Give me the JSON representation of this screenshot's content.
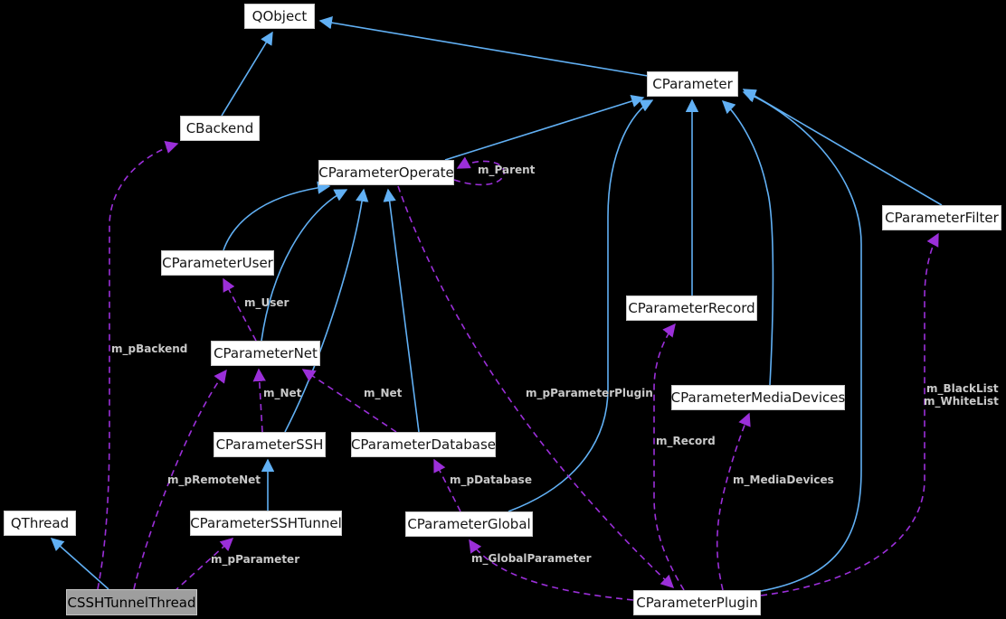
{
  "diagram": {
    "kind": "doxygen-collaboration-graph",
    "colors": {
      "background": "#000000",
      "inheritance_edge": "#61b0f4",
      "usage_edge": "#9b2fd9",
      "edge_label": "#c9c9c9",
      "node_fill": "#ffffff",
      "node_border": "#c8c8c8",
      "highlight_node_fill": "#9e9e9e"
    }
  },
  "nodes": {
    "qobject": {
      "label": "QObject"
    },
    "cbackend": {
      "label": "CBackend"
    },
    "cparameter": {
      "label": "CParameter"
    },
    "cparameteroperate": {
      "label": "CParameterOperate"
    },
    "cparameterfilter": {
      "label": "CParameterFilter"
    },
    "cparameteruser": {
      "label": "CParameterUser"
    },
    "cparameterrecord": {
      "label": "CParameterRecord"
    },
    "cparameternet": {
      "label": "CParameterNet"
    },
    "cparametermediadevices": {
      "label": "CParameterMediaDevices"
    },
    "cparameterssh": {
      "label": "CParameterSSH"
    },
    "cparameterdatabase": {
      "label": "CParameterDatabase"
    },
    "qthread": {
      "label": "QThread"
    },
    "cparametersshtunnel": {
      "label": "CParameterSSHTunnel"
    },
    "cparameterglobal": {
      "label": "CParameterGlobal"
    },
    "csshtunnelthread": {
      "label": "CSSHTunnelThread"
    },
    "cparameterplugin": {
      "label": "CParameterPlugin"
    }
  },
  "edges": [
    {
      "from": "CBackend",
      "to": "QObject",
      "type": "inheritance"
    },
    {
      "from": "CParameter",
      "to": "QObject",
      "type": "inheritance"
    },
    {
      "from": "CParameterOperate",
      "to": "CParameter",
      "type": "inheritance"
    },
    {
      "from": "CParameterUser",
      "to": "CParameterOperate",
      "type": "inheritance"
    },
    {
      "from": "CParameterNet",
      "to": "CParameterOperate",
      "type": "inheritance"
    },
    {
      "from": "CParameterSSH",
      "to": "CParameterOperate",
      "type": "inheritance"
    },
    {
      "from": "CParameterDatabase",
      "to": "CParameterOperate",
      "type": "inheritance"
    },
    {
      "from": "CParameterGlobal",
      "to": "CParameter",
      "type": "inheritance"
    },
    {
      "from": "CParameterRecord",
      "to": "CParameter",
      "type": "inheritance"
    },
    {
      "from": "CParameterMediaDevices",
      "to": "CParameter",
      "type": "inheritance"
    },
    {
      "from": "CParameterFilter",
      "to": "CParameter",
      "type": "inheritance"
    },
    {
      "from": "CParameterPlugin",
      "to": "CParameter",
      "type": "inheritance"
    },
    {
      "from": "CSSHTunnelThread",
      "to": "QThread",
      "type": "inheritance"
    },
    {
      "from": "CParameterSSHTunnel",
      "to": "CParameterSSH",
      "type": "inheritance"
    },
    {
      "from": "CSSHTunnelThread",
      "to": "CBackend",
      "type": "usage",
      "label": "m_pBackend"
    },
    {
      "from": "CSSHTunnelThread",
      "to": "CParameterNet",
      "type": "usage",
      "label": "m_pRemoteNet"
    },
    {
      "from": "CSSHTunnelThread",
      "to": "CParameterSSHTunnel",
      "type": "usage",
      "label": "m_pParameter"
    },
    {
      "from": "CParameterNet",
      "to": "CParameterUser",
      "type": "usage",
      "label": "m_User"
    },
    {
      "from": "CParameterSSH",
      "to": "CParameterNet",
      "type": "usage",
      "label": "m_Net"
    },
    {
      "from": "CParameterDatabase",
      "to": "CParameterNet",
      "type": "usage",
      "label": "m_Net"
    },
    {
      "from": "CParameterGlobal",
      "to": "CParameterDatabase",
      "type": "usage",
      "label": "m_pDatabase"
    },
    {
      "from": "CParameterOperate",
      "to": "CParameterPlugin",
      "type": "usage",
      "label": "m_pParameterPlugin"
    },
    {
      "from": "CParameterPlugin",
      "to": "CParameterRecord",
      "type": "usage",
      "label": "m_Record"
    },
    {
      "from": "CParameterPlugin",
      "to": "CParameterMediaDevices",
      "type": "usage",
      "label": "m_MediaDevices"
    },
    {
      "from": "CParameterPlugin",
      "to": "CParameterFilter",
      "type": "usage",
      "label": "m_BlackList",
      "label2": "m_WhiteList"
    },
    {
      "from": "CParameterPlugin",
      "to": "CParameterGlobal",
      "type": "usage",
      "label": "m_GlobalParameter"
    },
    {
      "from": "CParameterOperate",
      "to": "CParameterOperate",
      "type": "usage",
      "label": "m_Parent"
    }
  ]
}
